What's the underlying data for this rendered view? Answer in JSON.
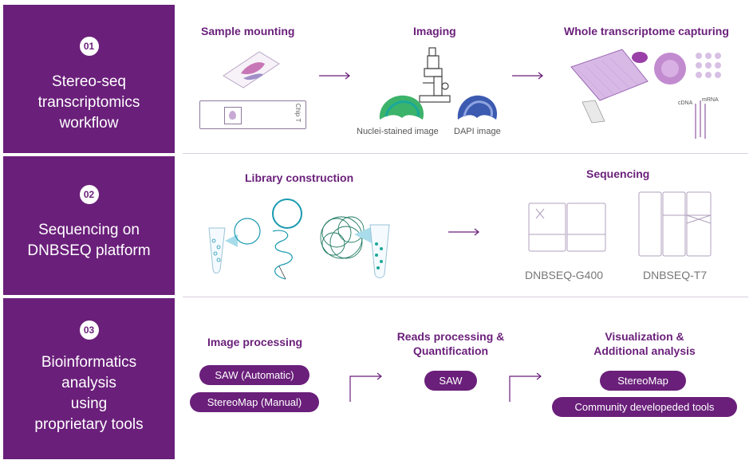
{
  "steps": [
    {
      "num": "01",
      "title": "Stereo-seq\ntranscriptomics\nworkflow"
    },
    {
      "num": "02",
      "title": "Sequencing on\nDNBSEQ platform"
    },
    {
      "num": "03",
      "title": "Bioinformatics\nanalysis\nusing\nproprietary tools"
    }
  ],
  "row1": {
    "sample_mounting": "Sample mounting",
    "chip_label": "Chip T",
    "imaging": "Imaging",
    "nuclei_caption": "Nuclei-stained image",
    "dapi_caption": "DAPI image",
    "whole_transcriptome": "Whole transcriptome capturing",
    "cdna": "cDNA",
    "mrna": "mRNA"
  },
  "row2": {
    "library": "Library construction",
    "sequencing": "Sequencing",
    "g400": "DNBSEQ-G400",
    "t7": "DNBSEQ-T7"
  },
  "row3": {
    "image_processing": "Image processing",
    "saw_auto": "SAW (Automatic)",
    "stereomap_manual": "StereoMap (Manual)",
    "reads_processing": "Reads processing &\nQuantification",
    "saw": "SAW",
    "visualization": "Visualization &\nAdditional analysis",
    "stereomap": "StereoMap",
    "community": "Community developeded tools"
  },
  "colors": {
    "brand": "#6a1f7a",
    "teal": "#1aa89a",
    "blue": "#3b5ab0",
    "green": "#3cb36a"
  }
}
